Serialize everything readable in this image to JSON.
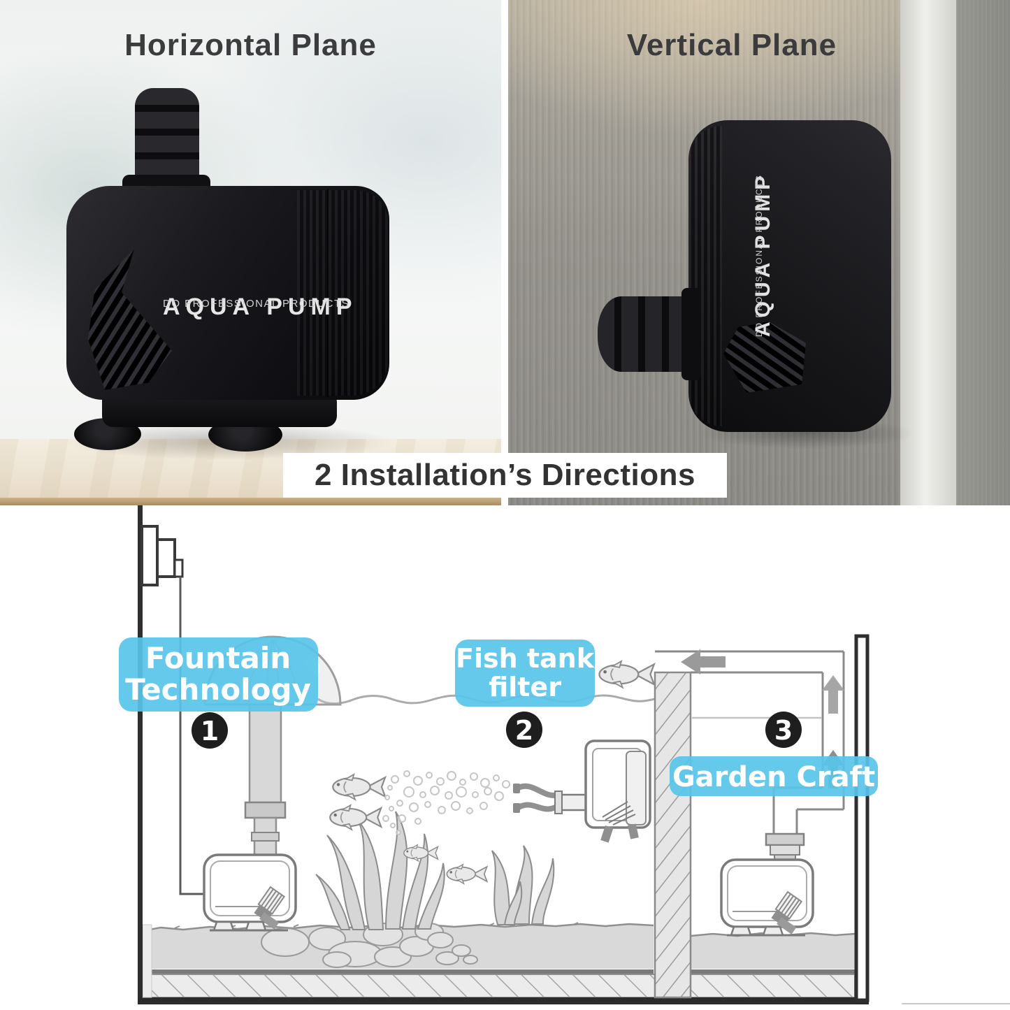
{
  "header": {
    "left_title": "Horizontal Plane",
    "right_title": "Vertical Plane"
  },
  "product": {
    "brand": "AQUA PUMP",
    "tagline": "DO PROFESSIONAL PRODUCTS"
  },
  "banner": {
    "text": "2 Installation’s Directions"
  },
  "diagram": {
    "callouts": [
      {
        "number": "1",
        "lines": [
          "Fountain",
          "Technology"
        ]
      },
      {
        "number": "2",
        "lines": [
          "Fish tank",
          "filter"
        ]
      },
      {
        "number": "3",
        "lines": [
          "Garden Craft"
        ]
      }
    ]
  },
  "colors": {
    "callout_bg": "#58c4ea",
    "callout_text": "#ffffff",
    "number_badge_bg": "#1e1e1e",
    "diagram_line": "#8a8a8a",
    "pump_body_black": "#131316",
    "banner_bg": "#ffffff",
    "banner_text": "#333333"
  }
}
